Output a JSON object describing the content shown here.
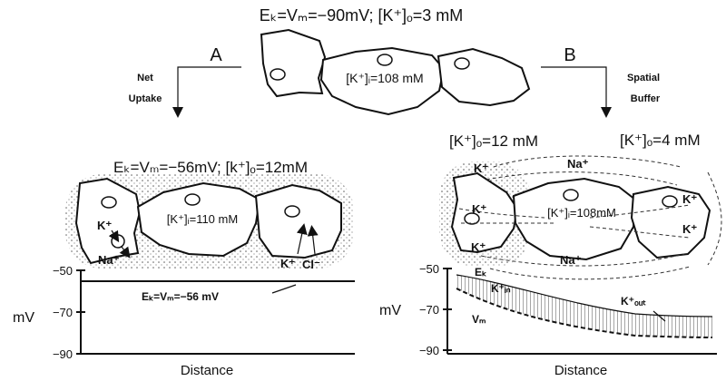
{
  "top": {
    "header": "Eₖ=Vₘ=−90mV; [K⁺]ₒ=3 mM",
    "cell_conc": "[K⁺]ᵢ=108 mM"
  },
  "branch_a": {
    "letter": "A",
    "label_line1": "Net",
    "label_line2": "Uptake",
    "header": "Eₖ=Vₘ=−56mV; [k⁺]ₒ=12mM",
    "cell_conc": "[K⁺]ᵢ=110 mM",
    "ions": {
      "k_left": "K⁺",
      "na": "Na⁺",
      "k_right": "K⁺",
      "cl": "Cl⁻"
    },
    "graph": {
      "y_label": "mV",
      "ticks": [
        "−50",
        "−70",
        "−90"
      ],
      "x_label": "Distance",
      "line_label": "Eₖ=Vₘ=−56 mV"
    }
  },
  "branch_b": {
    "letter": "B",
    "label_line1": "Spatial",
    "label_line2": "Buffer",
    "conc_left": "[K⁺]ₒ=12 mM",
    "conc_right": "[K⁺]ₒ=4 mM",
    "cell_conc": "[K⁺]ᵢ=108mM",
    "ions": {
      "k_top": "K⁺",
      "na_top": "Na⁺",
      "k_mid": "K⁺",
      "k_bottom": "K⁺",
      "k_right_top": "K⁺",
      "k_right_bottom": "K⁺",
      "na_bottom": "Na⁺"
    },
    "graph": {
      "y_label": "mV",
      "ticks": [
        "−50",
        "−70",
        "−90"
      ],
      "x_label": "Distance",
      "ek_label": "Eₖ",
      "kin_label": "K⁺ᵢₙ",
      "vm_label": "Vₘ",
      "kout_label": "K⁺ₒᵤₜ"
    }
  }
}
